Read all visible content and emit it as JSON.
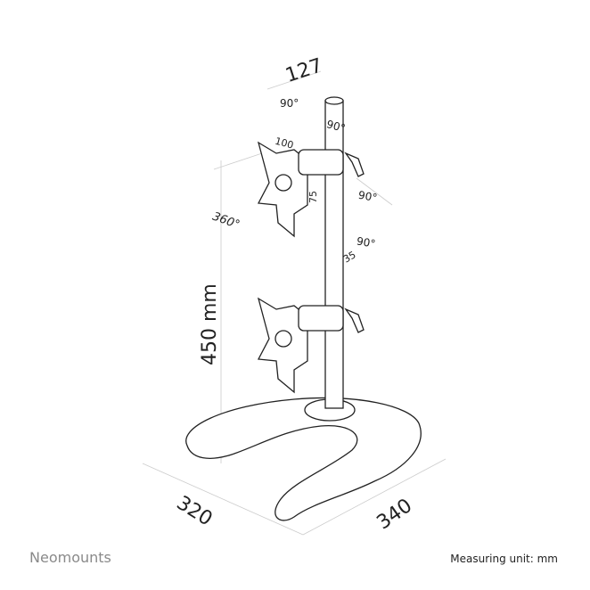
{
  "dimensions": {
    "width_top": "127",
    "tilt_top": "90°",
    "rotate_pole": "90°",
    "vesa_h": "100",
    "vesa_v": "75",
    "rotation": "360°",
    "swivel_1": "90°",
    "swivel_2": "90°",
    "offset": "35",
    "height": "450 mm",
    "base_depth": "320",
    "base_width": "340"
  },
  "footer": {
    "brand": "Neomounts",
    "unit_label": "Measuring unit: mm"
  }
}
